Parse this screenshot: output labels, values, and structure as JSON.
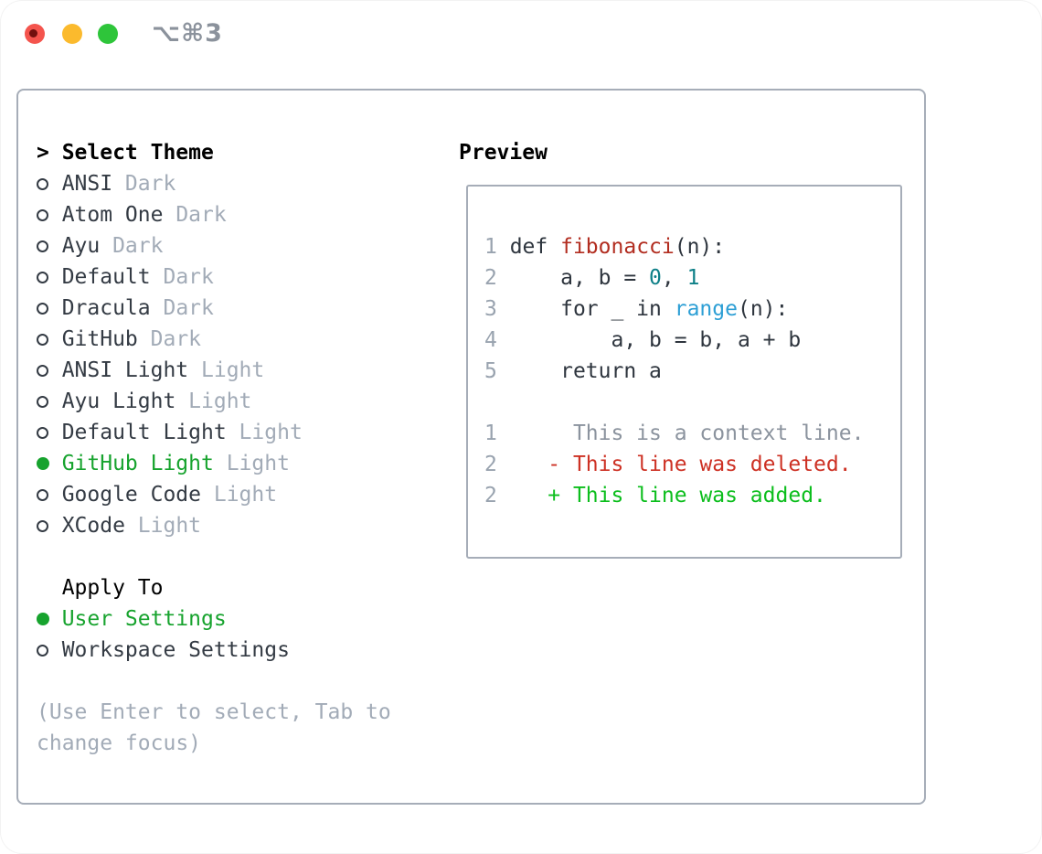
{
  "window": {
    "title": "⌥⌘3"
  },
  "titlebar_buttons": [
    {
      "id": "close",
      "color": "#f4544d",
      "dot_color": "#71100e"
    },
    {
      "id": "minimize",
      "color": "#fbba2d"
    },
    {
      "id": "zoom",
      "color": "#2ec53a"
    }
  ],
  "theme_panel": {
    "header_marker": ">",
    "header": "Select Theme",
    "themes": [
      {
        "name": "ANSI",
        "variant": "Dark",
        "selected": false
      },
      {
        "name": "Atom One",
        "variant": "Dark",
        "selected": false
      },
      {
        "name": "Ayu",
        "variant": "Dark",
        "selected": false
      },
      {
        "name": "Default",
        "variant": "Dark",
        "selected": false
      },
      {
        "name": "Dracula",
        "variant": "Dark",
        "selected": false
      },
      {
        "name": "GitHub",
        "variant": "Dark",
        "selected": false
      },
      {
        "name": "ANSI Light",
        "variant": "Light",
        "selected": false
      },
      {
        "name": "Ayu Light",
        "variant": "Light",
        "selected": false
      },
      {
        "name": "Default Light",
        "variant": "Light",
        "selected": false
      },
      {
        "name": "GitHub Light",
        "variant": "Light",
        "selected": true
      },
      {
        "name": "Google Code",
        "variant": "Light",
        "selected": false
      },
      {
        "name": "XCode",
        "variant": "Light",
        "selected": false
      }
    ],
    "apply_to": {
      "header": "Apply To",
      "options": [
        {
          "label": "User Settings",
          "selected": true
        },
        {
          "label": "Workspace Settings",
          "selected": false
        }
      ]
    },
    "hint_lines": [
      "(Use Enter to select, Tab to",
      "change focus)"
    ]
  },
  "preview": {
    "header": "Preview",
    "lines": [
      {
        "num": "1",
        "segments": [
          {
            "text": " def ",
            "color": "code"
          },
          {
            "text": "fibonacci",
            "color": "func"
          },
          {
            "text": "(n):",
            "color": "code"
          }
        ]
      },
      {
        "num": "2",
        "segments": [
          {
            "text": "     a, b = ",
            "color": "code"
          },
          {
            "text": "0",
            "color": "number"
          },
          {
            "text": ", ",
            "color": "code"
          },
          {
            "text": "1",
            "color": "number"
          }
        ]
      },
      {
        "num": "3",
        "segments": [
          {
            "text": "     for _ in ",
            "color": "code"
          },
          {
            "text": "range",
            "color": "builtin"
          },
          {
            "text": "(n):",
            "color": "code"
          }
        ]
      },
      {
        "num": "4",
        "segments": [
          {
            "text": "         a, b = b, a + b",
            "color": "code"
          }
        ]
      },
      {
        "num": "5",
        "segments": [
          {
            "text": "     return a",
            "color": "code"
          }
        ]
      },
      {
        "num": "",
        "segments": []
      },
      {
        "num": "1",
        "segments": [
          {
            "text": "      This is a context line.",
            "color": "context"
          }
        ]
      },
      {
        "num": "2",
        "segments": [
          {
            "text": "    - This line was deleted.",
            "color": "deleted"
          }
        ]
      },
      {
        "num": "2",
        "segments": [
          {
            "text": "    + This line was added.",
            "color": "added"
          }
        ]
      }
    ]
  },
  "colors": {
    "panel_border": "#a6adb8",
    "text_primary": "#343b44",
    "text_muted": "#a2abb7",
    "line_number": "#99a3af",
    "context_gray": "#8b939e",
    "function_red": "#b22d20",
    "deleted_red": "#cd3124",
    "number_teal": "#0d7f87",
    "builtin_blue": "#2d9fd5",
    "selected_green": "#17a32e",
    "added_green": "#0cbe1d",
    "title_gray": "#8b929c",
    "traffic_red": "#f4544d",
    "traffic_yellow": "#fbba2d",
    "traffic_green": "#2ec53a"
  }
}
